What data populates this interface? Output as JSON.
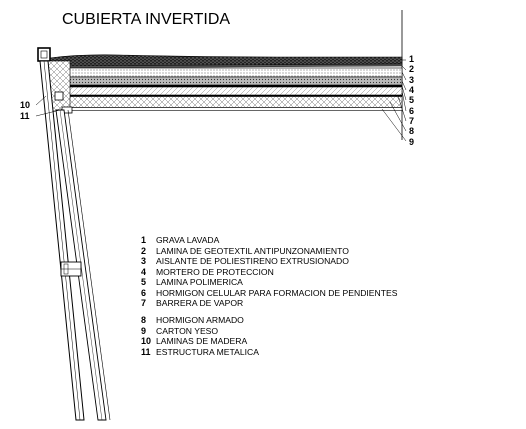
{
  "title": "CUBIERTA INVERTIDA",
  "legend": [
    {
      "n": "1",
      "text": "GRAVA LAVADA"
    },
    {
      "n": "2",
      "text": "LAMINA DE GEOTEXTIL ANTIPUNZONAMIENTO"
    },
    {
      "n": "3",
      "text": "AISLANTE DE POLIESTIRENO EXTRUSIONADO"
    },
    {
      "n": "4",
      "text": "MORTERO DE PROTECCION"
    },
    {
      "n": "5",
      "text": "LAMINA POLIMERICA"
    },
    {
      "n": "6",
      "text": "HORMIGON CELULAR PARA FORMACION DE PENDIENTES"
    },
    {
      "n": "7",
      "text": "BARRERA DE VAPOR"
    },
    {
      "n": "8",
      "text": "HORMIGON ARMADO"
    },
    {
      "n": "9",
      "text": "CARTON YESO"
    },
    {
      "n": "10",
      "text": "LAMINAS DE MADERA"
    },
    {
      "n": "11",
      "text": "ESTRUCTURA METALICA"
    }
  ],
  "callouts_right": [
    "1",
    "2",
    "3",
    "4",
    "5",
    "6",
    "7",
    "8",
    "9"
  ],
  "callouts_left": [
    "10",
    "11"
  ]
}
